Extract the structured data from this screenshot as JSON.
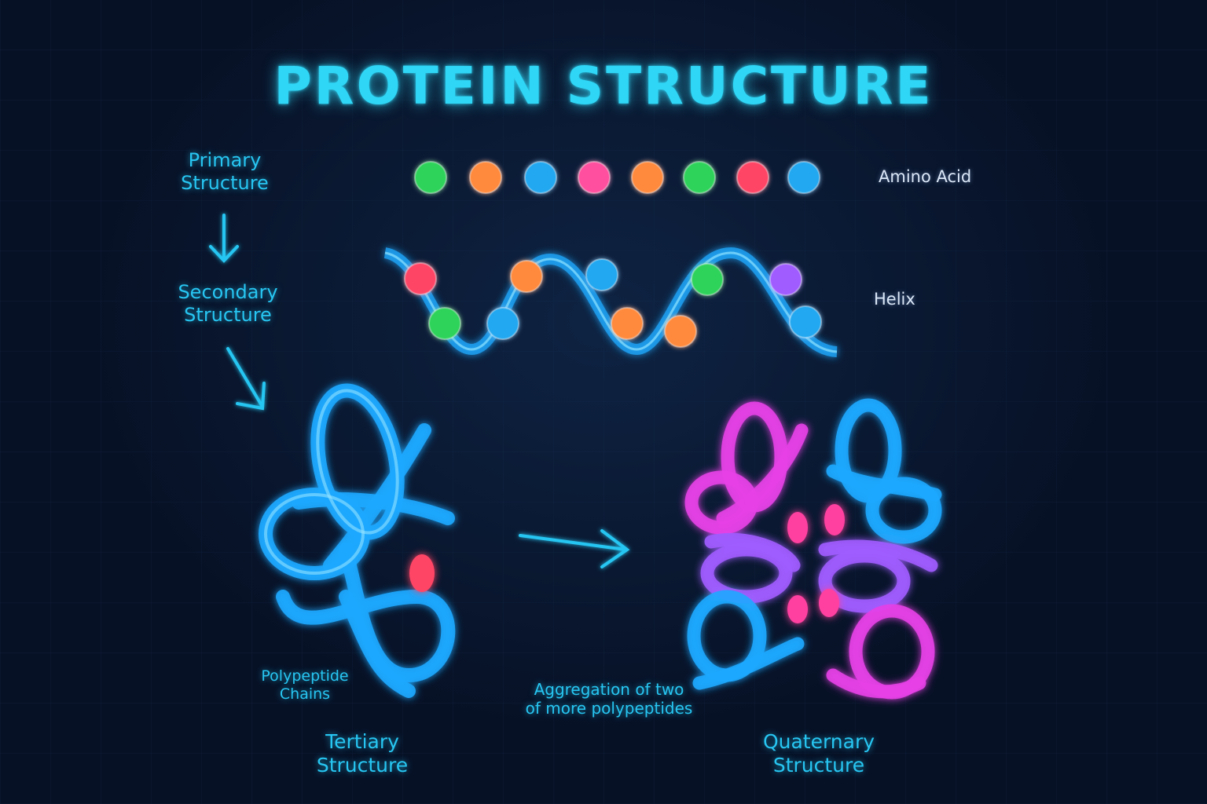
{
  "title": "PROTEIN STRUCTURE",
  "stages": {
    "primary": [
      "Primary",
      "Structure"
    ],
    "secondary": [
      "Secondary",
      "Structure"
    ],
    "tertiary": [
      "Tertiary",
      "Structure"
    ],
    "quaternary": [
      "Quaternary",
      "Structure"
    ]
  },
  "labels": {
    "amino_acid": "Amino Acid",
    "helix": "Helix",
    "polypeptide": [
      "Polypeptide",
      "Chains"
    ],
    "aggregation": [
      "Aggregation of two",
      "of more polypeptides"
    ]
  },
  "colors": {
    "accent": "#27c6f2",
    "green": "#2ed35a",
    "orange": "#ff8a3d",
    "blue": "#22a8f0",
    "pink": "#ff4f9e",
    "red": "#ff4466",
    "purple": "#a05cff",
    "magenta": "#e640e6"
  },
  "amino_chain": [
    "green",
    "orange",
    "blue",
    "pink",
    "orange",
    "green",
    "red",
    "blue"
  ],
  "helix_beads": [
    "red",
    "green",
    "blue",
    "orange",
    "blue",
    "orange",
    "orange",
    "green",
    "purple",
    "blue"
  ]
}
